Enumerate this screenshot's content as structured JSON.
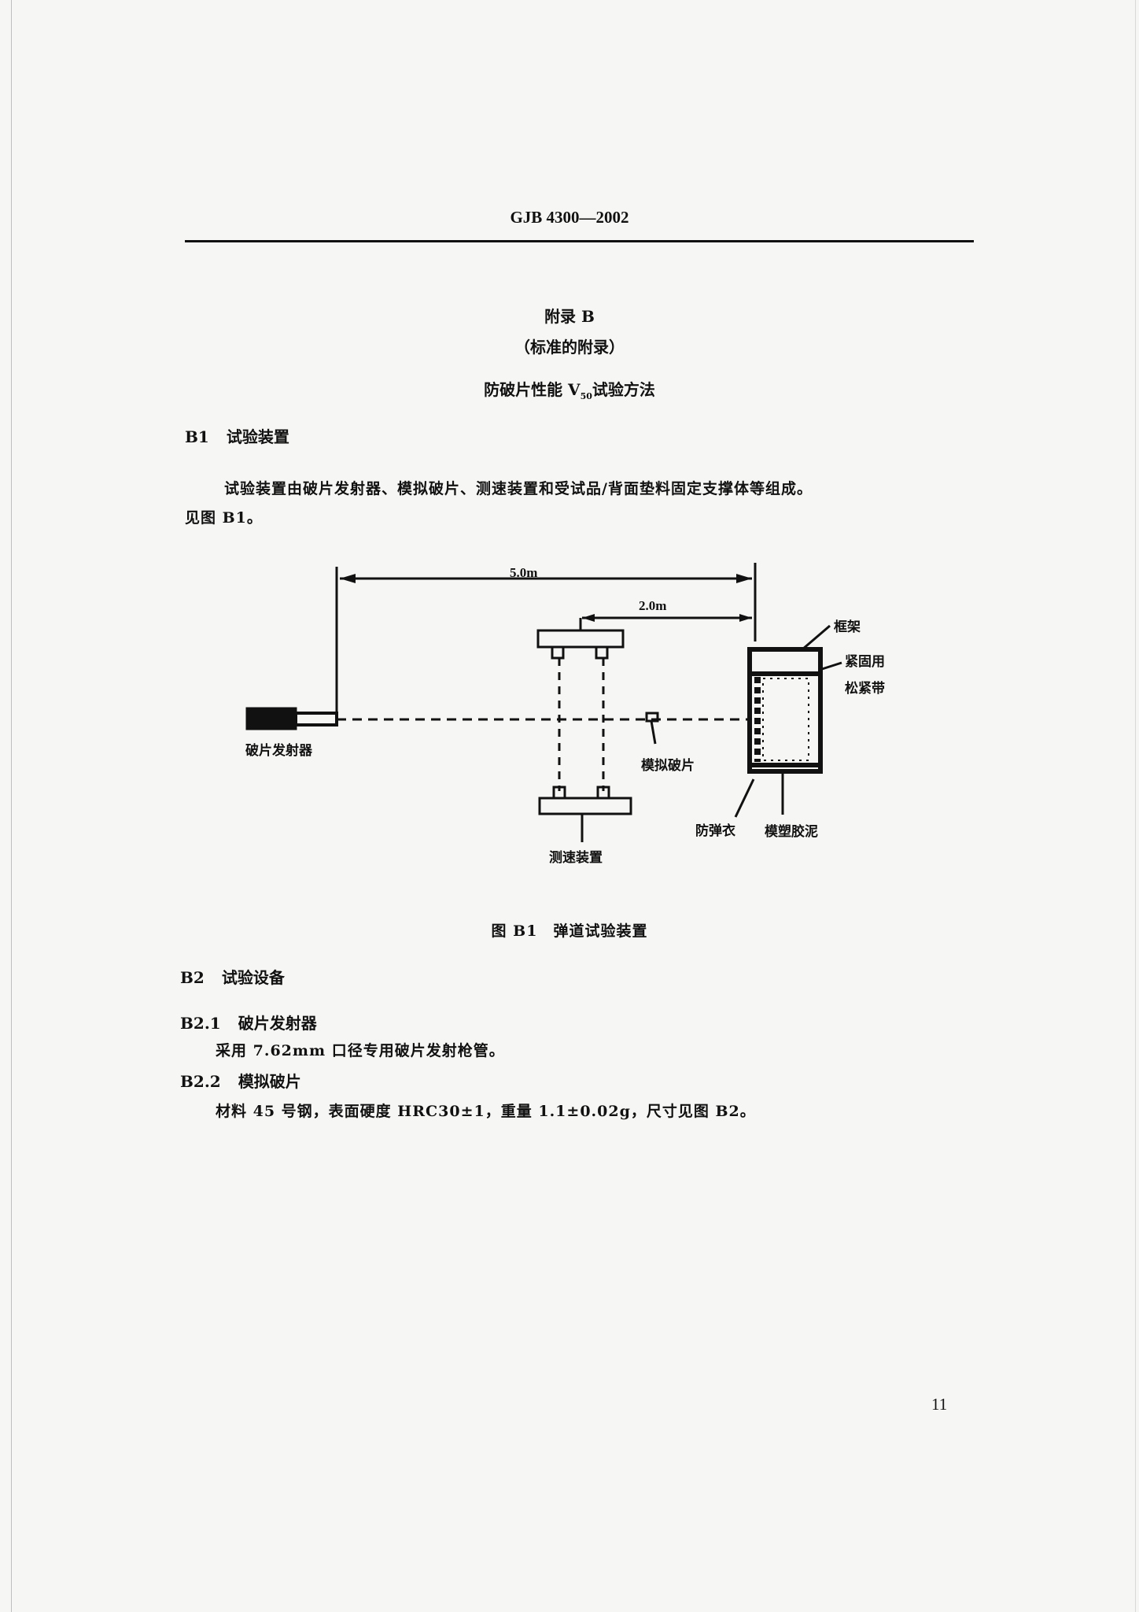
{
  "header": {
    "standard_code": "GJB 4300—2002"
  },
  "appendix": {
    "title": "附录 B",
    "subtitle": "（标准的附录）",
    "heading_prefix": "防破片性能 V",
    "heading_sub": "50",
    "heading_suffix": "试验方法"
  },
  "sections": {
    "b1": {
      "number": "B1",
      "title": "试验装置",
      "para_line1": "试验装置由破片发射器、模拟破片、测速装置和受试品/背面垫料固定支撑体等组成。",
      "para_line2": "见图 B1。"
    },
    "b2": {
      "number": "B2",
      "title": "试验设备"
    },
    "b2_1": {
      "number": "B2.1",
      "title": "破片发射器",
      "text": "采用 7.62mm 口径专用破片发射枪管。"
    },
    "b2_2": {
      "number": "B2.2",
      "title": "模拟破片",
      "text": "材料 45 号钢，表面硬度 HRC30±1，重量 1.1±0.02g，尺寸见图 B2。"
    }
  },
  "figure": {
    "caption": "图 B1　弹道试验装置",
    "dimensions": {
      "total": "5.0m",
      "partial": "2.0m"
    },
    "labels": {
      "launcher": "破片发射器",
      "fragment": "模拟破片",
      "speed_device": "测速装置",
      "frame": "框架",
      "strap_line1": "紧固用",
      "strap_line2": "松紧带",
      "armor": "防弹衣",
      "clay": "模塑胶泥"
    }
  },
  "footer": {
    "page_number": "11"
  }
}
